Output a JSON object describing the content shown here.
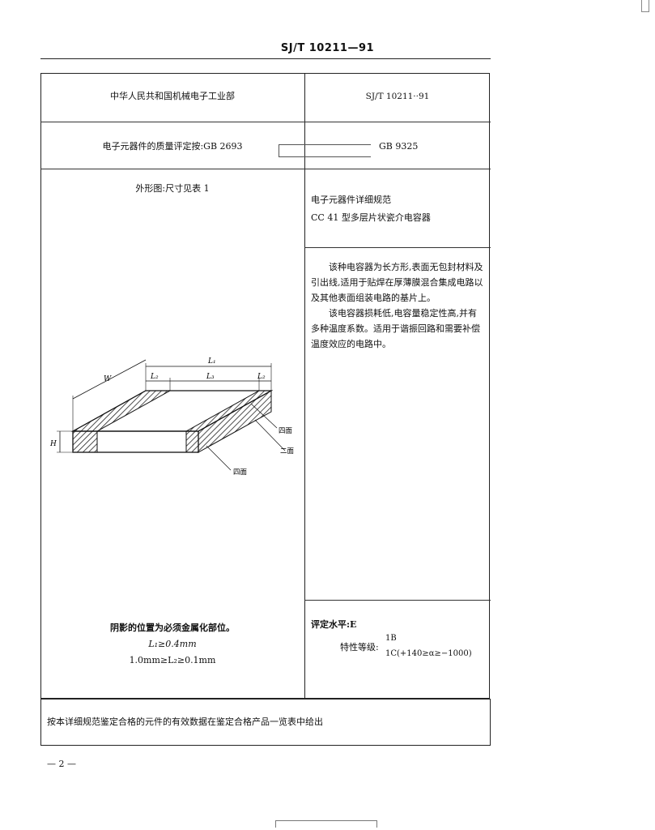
{
  "header": {
    "code": "SJ/T 10211—91"
  },
  "top_row": {
    "ministry": "中华人民共和国机械电子工业部",
    "code_right": "SJ/T 10211··91"
  },
  "second_row": {
    "left": "电子元器件的质量评定按:GB 2693",
    "right": "GB 9325"
  },
  "left_col": {
    "outline_caption": "外形图:尺寸见表 1",
    "drawing_labels": {
      "L1": "L₁",
      "L2a": "L₂",
      "L3": "L₃",
      "L2b": "L₂",
      "W": "W",
      "H": "H",
      "face_four_a": "四面",
      "face_two": "二面",
      "face_four_b": "四面"
    },
    "shading_note": "阴影的位置为必须金属化部位。",
    "dim1": "L₁≥0.4mm",
    "dim2": "1.0mm≥L₂≥0.1mm"
  },
  "right_col": {
    "spec_title_line1": "电子元器件详细规范",
    "spec_title_line2": "CC 41 型多层片状瓷介电容器",
    "description_p1": "该种电容器为长方形,表面无包封材料及引出线,适用于贴焊在厚薄膜混合集成电路以及其他表面组装电路的基片上。",
    "description_p2": "该电容器损耗低,电容量稳定性高,并有多种温度系数。适用于谐振回路和需要补偿温度效应的电路中。",
    "assessment_level": "评定水平:E",
    "grade_label": "特性等级:",
    "grade_1b": "1B",
    "grade_1c": "1C(+140≥α≥−1000)"
  },
  "bottom_box": {
    "text": "按本详细规范鉴定合格的元件的有效数据在鉴定合格产品一览表中给出"
  },
  "footer": {
    "page": "— 2 —"
  }
}
